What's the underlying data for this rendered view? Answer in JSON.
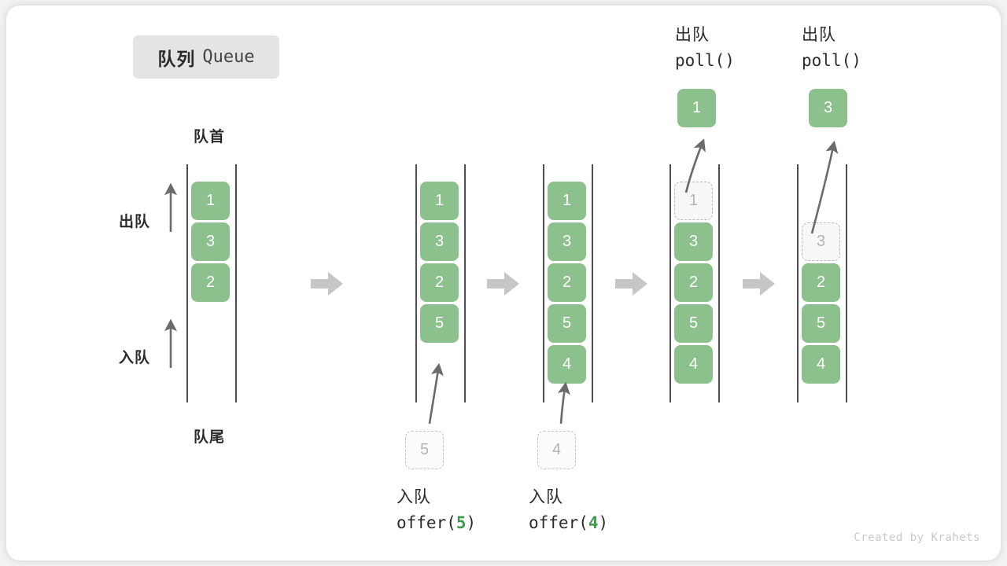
{
  "title": {
    "cn": "队列",
    "en": "Queue"
  },
  "legend": {
    "head_label": "队首",
    "tail_label": "队尾",
    "dequeue_label": "出队",
    "enqueue_label": "入队"
  },
  "credit": "Created by Krahets",
  "colors": {
    "item_fill": "#8cc08c",
    "item_text": "#ffffff",
    "ghost_text": "#b4b4b4",
    "ghost_border": "#b9b9b9",
    "rail": "#4d4d4d",
    "arrow": "#6b6b6b",
    "step_arrow": "#c6c6c6",
    "code_arg": "#3f9a4f",
    "pill_bg": "#e4e4e4"
  },
  "diagram": {
    "type": "queue-operations-sequence",
    "columns": [
      {
        "id": "initial",
        "caption_top": "队首",
        "caption_bottom": "队尾",
        "items": [
          "1",
          "3",
          "2"
        ],
        "slots": 5,
        "ghost_index": null,
        "popped_value": null,
        "pending_value": null,
        "operation": null
      },
      {
        "id": "after-offer-5",
        "items": [
          "1",
          "3",
          "2",
          "5"
        ],
        "slots": 5,
        "ghost_index": null,
        "popped_value": null,
        "pending_value": "5",
        "operation": {
          "cn": "入队",
          "code_prefix": "offer(",
          "arg": "5",
          "code_suffix": ")"
        }
      },
      {
        "id": "after-offer-4",
        "items": [
          "1",
          "3",
          "2",
          "5",
          "4"
        ],
        "slots": 5,
        "ghost_index": null,
        "popped_value": null,
        "pending_value": "4",
        "operation": {
          "cn": "入队",
          "code_prefix": "offer(",
          "arg": "4",
          "code_suffix": ")"
        }
      },
      {
        "id": "after-poll-1",
        "items": [
          "1",
          "3",
          "2",
          "5",
          "4"
        ],
        "slots": 5,
        "ghost_index": 0,
        "popped_value": "1",
        "pending_value": null,
        "operation": {
          "cn": "出队",
          "code_prefix": "poll(",
          "arg": "",
          "code_suffix": ")"
        }
      },
      {
        "id": "after-poll-3",
        "items": [
          "",
          "3",
          "2",
          "5",
          "4"
        ],
        "slots": 5,
        "ghost_index": 1,
        "popped_value": "3",
        "pending_value": null,
        "operation": {
          "cn": "出队",
          "code_prefix": "poll(",
          "arg": "",
          "code_suffix": ")"
        }
      }
    ],
    "step_arrows": 4
  }
}
